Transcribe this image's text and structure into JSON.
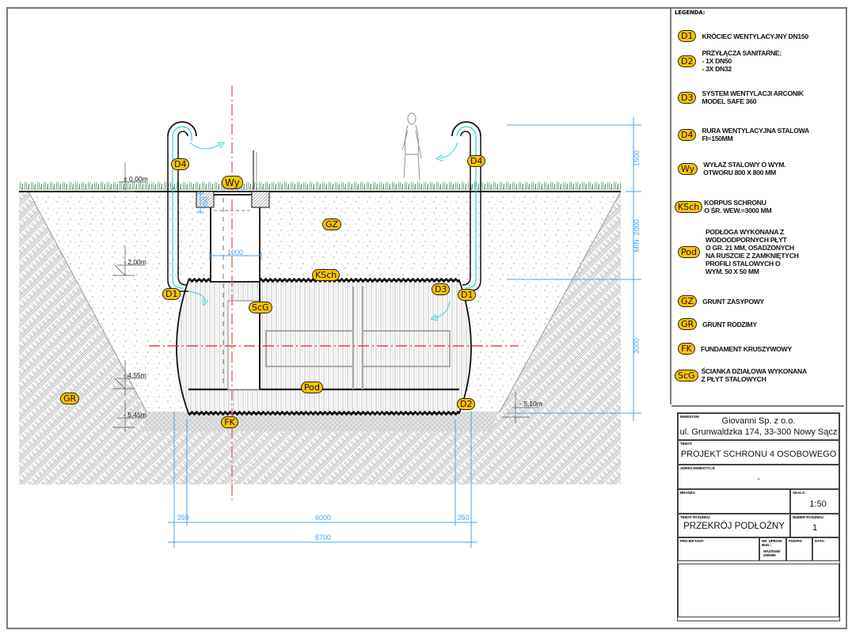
{
  "drawing": {
    "levels": [
      "± 0,00m",
      "- 2,00m",
      "- 4,55m",
      "- 5,45m",
      "- 5,10m"
    ],
    "dimensions": {
      "dim_350_top": "350",
      "dim_1000": "1000",
      "dim_1500": "1500",
      "dim_min2000": "MIN. 2000",
      "dim_3000": "3000",
      "dim_350_left": "350",
      "dim_6000": "6000",
      "dim_350_right": "350",
      "dim_6700": "6700"
    },
    "markers": {
      "d4_left": "D4",
      "d4_right": "D4",
      "wy": "Wy",
      "gz": "GZ",
      "ksch": "KSch",
      "d1_left": "D1",
      "d1_right": "D1",
      "d3": "D3",
      "scg": "ScG",
      "pod": "Pod",
      "gr": "GR",
      "fk": "FK",
      "d2": "D2"
    }
  },
  "legend": {
    "title": "LEGENDA:",
    "items": [
      {
        "code": "D1",
        "text": "KRÓCIEC WENTYLACYJNY DN150"
      },
      {
        "code": "D2",
        "text": "PRZYŁĄCZA SANITARNE:\n- 1X DN50\n- 3X DN32"
      },
      {
        "code": "D3",
        "text": "SYSTEM WENTYLACJI ARCONIK\nMODEL SAFE 360"
      },
      {
        "code": "D4",
        "text": "RURA WENTYLACYJNA STALOWA\n FI=150MM"
      },
      {
        "code": "Wy",
        "text": "WYŁAZ STALOWY O WYM.\nOTWORU 800 X 800 MM"
      },
      {
        "code": "KSch",
        "text": "KORPUS SCHRONU\nO ŚR. WEW.=3000 MM"
      },
      {
        "code": "Pod",
        "text": "PODŁOGA WYKONANA Z\nWODOODPORNYCH PŁYT\nO GR. 21 MM, OSADZONYCH\nNA RUSZCIE Z ZAMKNIĘTYCH\nPROFILI STALOWYCH O\nWYM. 50 X 50 MM"
      },
      {
        "code": "GZ",
        "text": "GRUNT ZASYPOWY"
      },
      {
        "code": "GR",
        "text": "GRUNT RODZIMY"
      },
      {
        "code": "FK",
        "text": "FUNDAMENT KRUSZYWOWY"
      },
      {
        "code": "ScG",
        "text": "ŚCIANKA DZIAŁOWA WYKONANA\nZ PŁYT STALOWYCH"
      }
    ]
  },
  "title_block": {
    "investor_label": "INWESTOR:",
    "investor_name": "Giovanni Sp. z o.o.",
    "investor_address": "ul. Grunwaldzka 174,  33-300 Nowy Sącz",
    "topic_label": "TEMAT:",
    "topic": "PROJEKT SCHRONU 4 OSOBOWEGO",
    "address_label": "ADRES INWESTYCJI:",
    "address": "-",
    "branch_label": "BRANŻA:",
    "branch": "",
    "scale_label": "SKALA:",
    "scale": "1:50",
    "drawing_topic_label": "TEMAT RYSUNKU:",
    "drawing_topic": "PRZEKRÓJ  PODŁOŻNY",
    "drawing_number_label": "NUMER RYSUNKU:",
    "drawing_number": "1",
    "designer_label": "PROJEKTANT:",
    "license_label": "NR. UPRAW. BUD.:",
    "license_value": "MAZ/0160/ 2005/05",
    "signature_label": "PODPIS:",
    "date_label": "DATA:"
  },
  "colors": {
    "badge_fill": "#fdc300",
    "dimension": "#4aa3f0",
    "axis": "#e02020",
    "grass": "#4e8f5e",
    "ventilation": "#29d6d6"
  }
}
